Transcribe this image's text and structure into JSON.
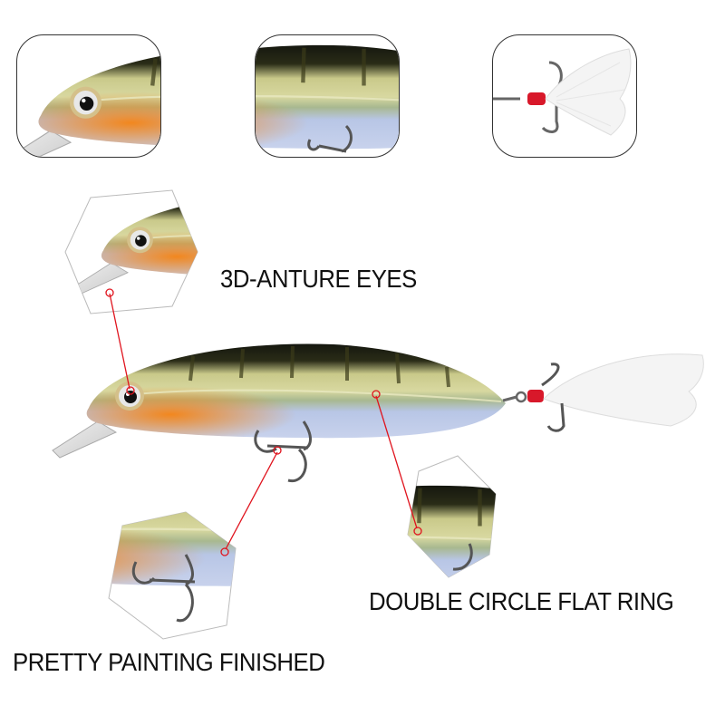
{
  "detail_panels": [
    {
      "name": "head-detail",
      "subject": "lure head with 3D eye and diving lip"
    },
    {
      "name": "body-detail",
      "subject": "lure body with painted stripes and treble hook"
    },
    {
      "name": "tail-detail",
      "subject": "feathered treble hook with red bead"
    }
  ],
  "callouts": [
    {
      "label": "3D-ANTURE EYES",
      "target": "eye"
    },
    {
      "label": "DOUBLE CIRCLE FLAT RING",
      "target": "body-side"
    },
    {
      "label": "PRETTY PAINTING FINISHED",
      "target": "belly-hook"
    }
  ],
  "colors": {
    "callout_line": "#e0141e",
    "back": "#15170f",
    "stripe": "#3b3b1a",
    "flank": "#c9c98a",
    "belly": "#b8c6e6",
    "throat": "#f2871e",
    "bead": "#d8182a",
    "feather": "#f4f4f4"
  }
}
